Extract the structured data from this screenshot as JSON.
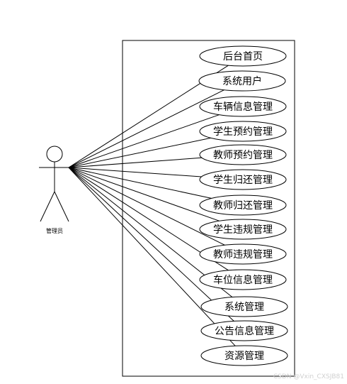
{
  "actor": {
    "label": "管理员"
  },
  "use_cases": [
    "后台首页",
    "系统用户",
    "车辆信息管理",
    "学生预约管理",
    "教师预约管理",
    "学生归还管理",
    "教师归还管理",
    "学生违规管理",
    "教师违规管理",
    "车位信息管理",
    "系统管理",
    "公告信息管理",
    "资源管理"
  ],
  "watermark": "CSDN @Vxin_CXSJB81"
}
